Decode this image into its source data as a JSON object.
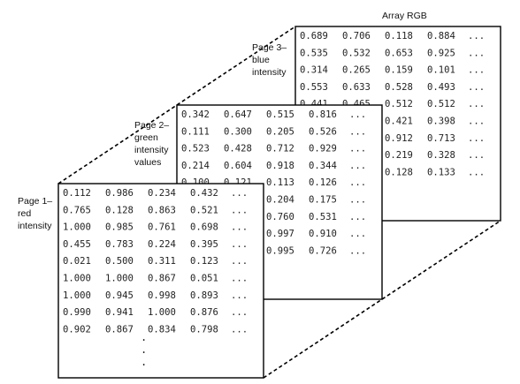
{
  "title": "Array RGB",
  "pages": [
    {
      "label_lines": [
        "Page 1–",
        "red",
        "intensity"
      ],
      "rows": [
        [
          "0.112",
          "0.986",
          "0.234",
          "0.432",
          "..."
        ],
        [
          "0.765",
          "0.128",
          "0.863",
          "0.521",
          "..."
        ],
        [
          "1.000",
          "0.985",
          "0.761",
          "0.698",
          "..."
        ],
        [
          "0.455",
          "0.783",
          "0.224",
          "0.395",
          "..."
        ],
        [
          "0.021",
          "0.500",
          "0.311",
          "0.123",
          "..."
        ],
        [
          "1.000",
          "1.000",
          "0.867",
          "0.051",
          "..."
        ],
        [
          "1.000",
          "0.945",
          "0.998",
          "0.893",
          "..."
        ],
        [
          "0.990",
          "0.941",
          "1.000",
          "0.876",
          "..."
        ],
        [
          "0.902",
          "0.867",
          "0.834",
          "0.798",
          "..."
        ]
      ],
      "continuation": ".\n.\n."
    },
    {
      "label_lines": [
        "Page 2–",
        "green",
        "intensity",
        "values"
      ],
      "rows": [
        [
          "0.342",
          "0.647",
          "0.515",
          "0.816",
          "..."
        ],
        [
          "0.111",
          "0.300",
          "0.205",
          "0.526",
          "..."
        ],
        [
          "0.523",
          "0.428",
          "0.712",
          "0.929",
          "..."
        ],
        [
          "0.214",
          "0.604",
          "0.918",
          "0.344",
          "..."
        ],
        [
          "0.100",
          "0.121",
          "0.113",
          "0.126",
          "..."
        ],
        [
          "",
          "",
          "0.204",
          "0.175",
          "..."
        ],
        [
          "",
          "",
          "0.760",
          "0.531",
          "..."
        ],
        [
          "",
          "",
          "0.997",
          "0.910",
          "..."
        ],
        [
          "",
          "",
          "0.995",
          "0.726",
          "..."
        ]
      ]
    },
    {
      "label_lines": [
        "Page 3–",
        "blue",
        "intensity"
      ],
      "rows": [
        [
          "0.689",
          "0.706",
          "0.118",
          "0.884",
          "..."
        ],
        [
          "0.535",
          "0.532",
          "0.653",
          "0.925",
          "..."
        ],
        [
          "0.314",
          "0.265",
          "0.159",
          "0.101",
          "..."
        ],
        [
          "0.553",
          "0.633",
          "0.528",
          "0.493",
          "..."
        ],
        [
          "0.441",
          "0.465",
          "0.512",
          "0.512",
          "..."
        ],
        [
          "",
          "",
          "0.421",
          "0.398",
          "..."
        ],
        [
          "",
          "",
          "0.912",
          "0.713",
          "..."
        ],
        [
          "",
          "",
          "0.219",
          "0.328",
          "..."
        ],
        [
          "",
          "",
          "0.128",
          "0.133",
          "..."
        ]
      ]
    }
  ]
}
